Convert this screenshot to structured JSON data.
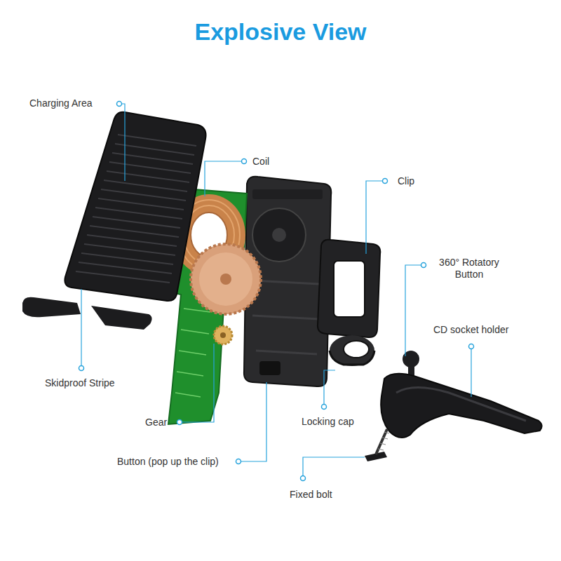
{
  "diagram": {
    "title": "Explosive View",
    "labels": [
      "Charging Area",
      "Coil",
      "Clip",
      "360° Rotatory Button",
      "CD socket holder",
      "Skidproof Stripe",
      "Gear",
      "Locking cap",
      "Button (pop up the clip)",
      "Fixed bolt"
    ]
  }
}
